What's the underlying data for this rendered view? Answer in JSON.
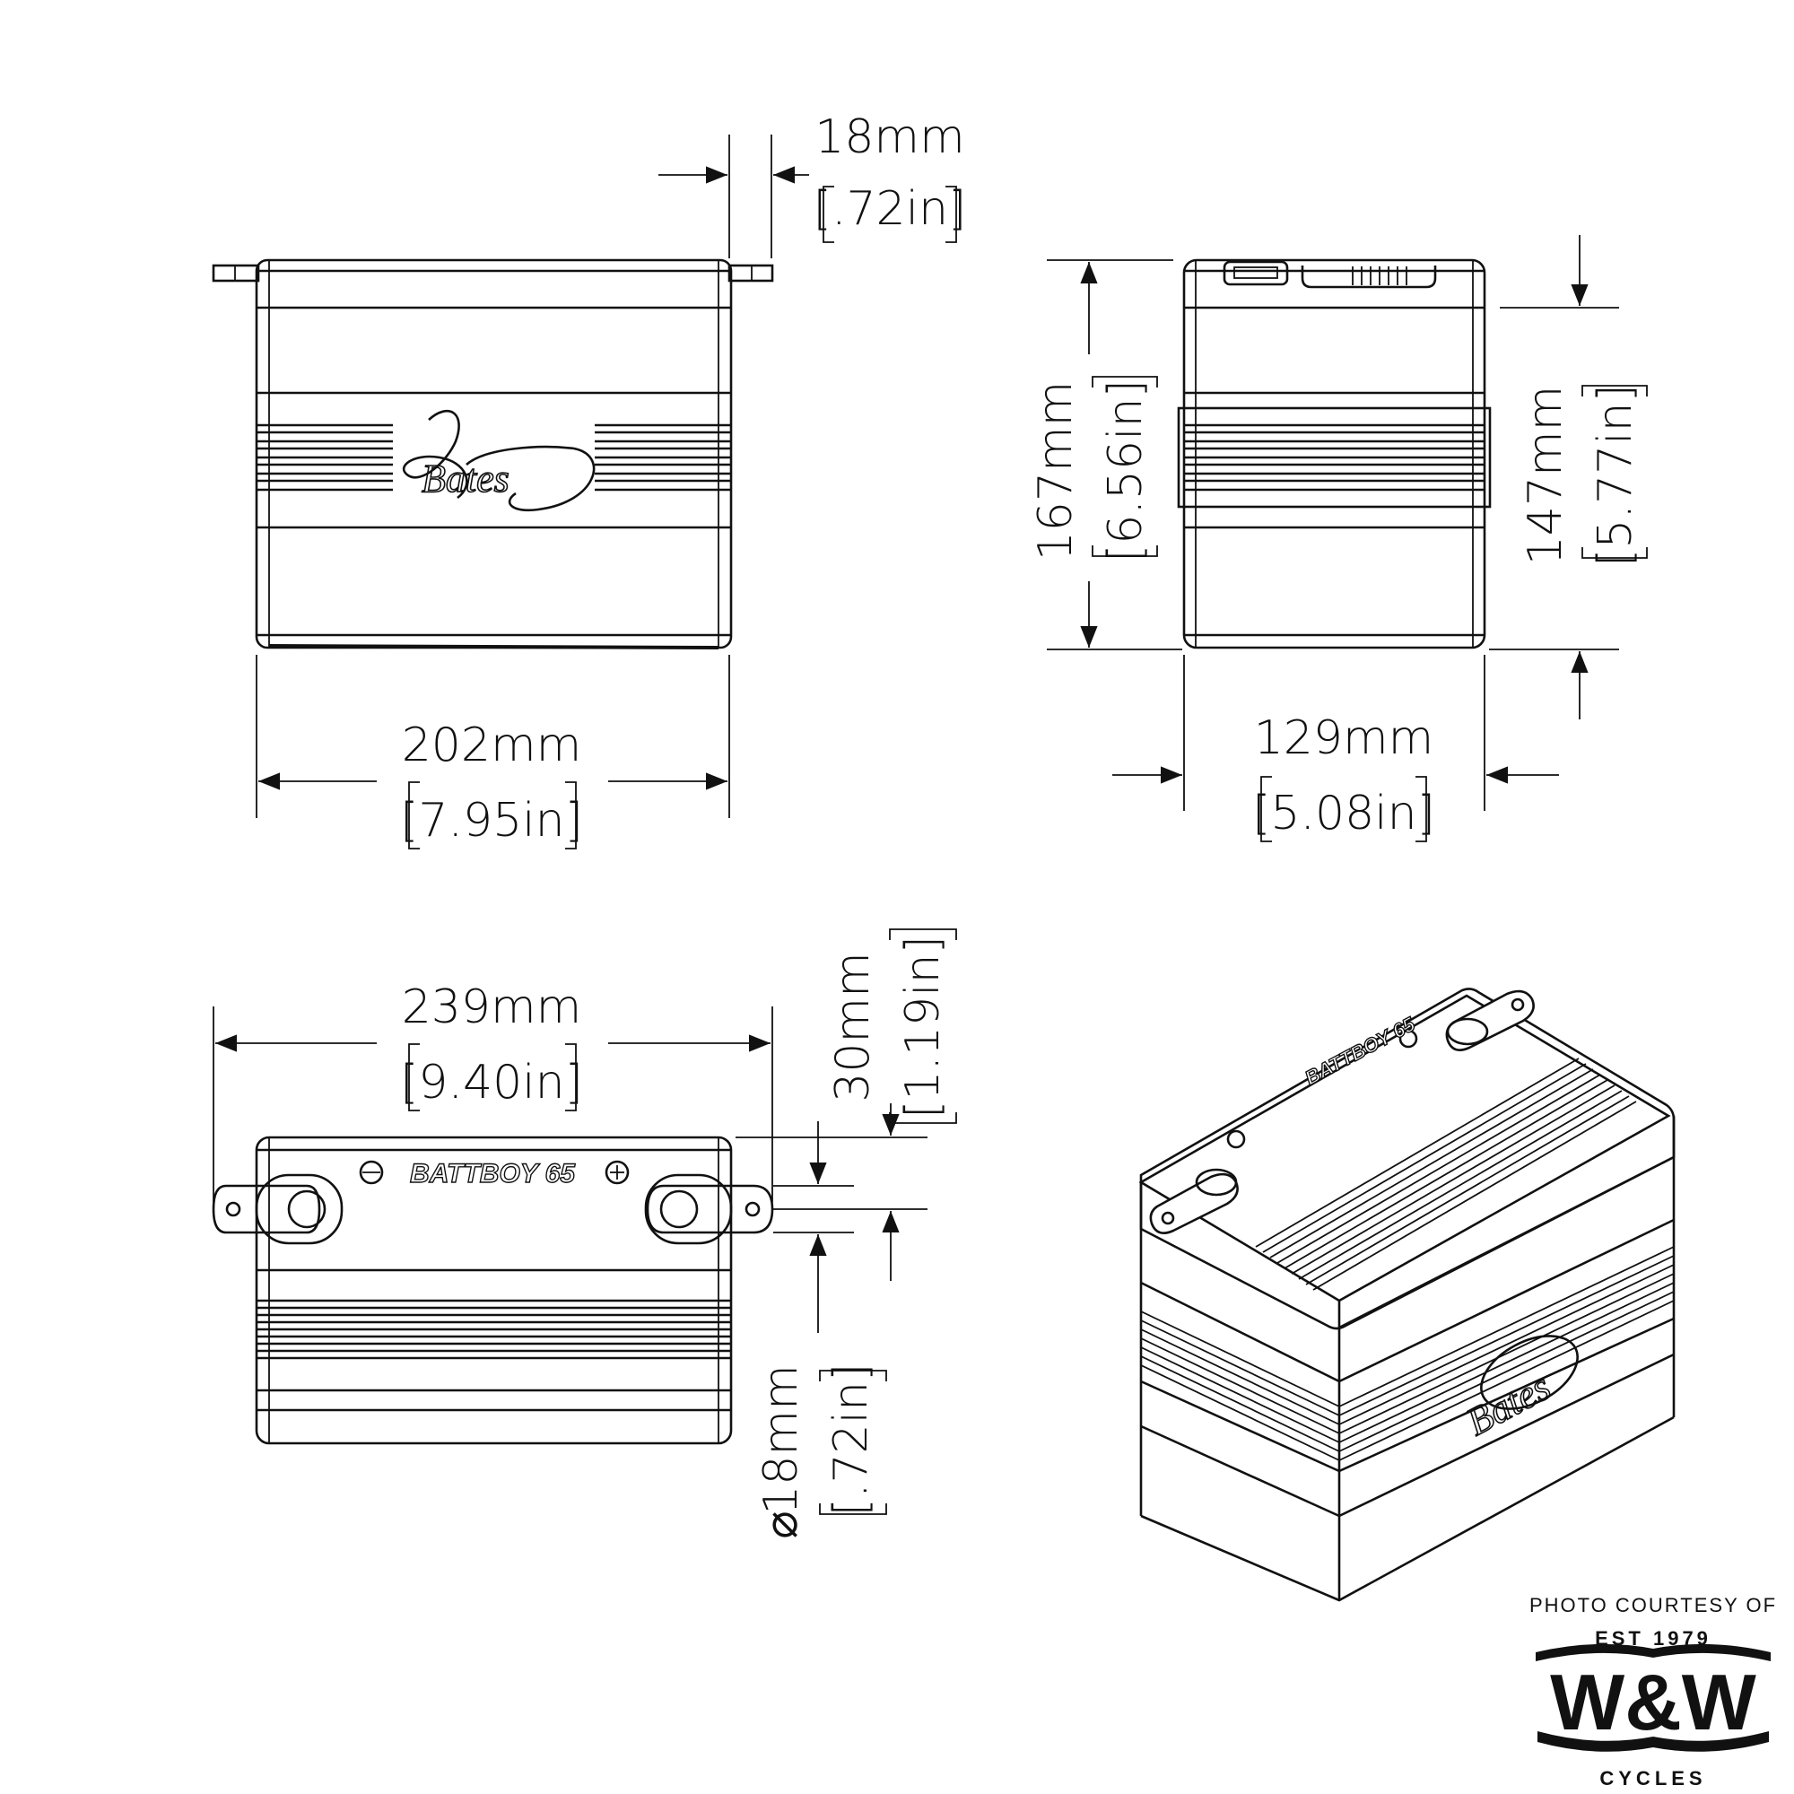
{
  "drawing": {
    "product_model": "BATTBOY 65",
    "brand_script": "Bates",
    "views": {
      "front": {
        "tab_offset": {
          "mm": "18mm",
          "in": "[.72in]"
        },
        "width": {
          "mm": "202mm",
          "in": "[7.95in]"
        }
      },
      "side": {
        "height_overall": {
          "mm": "167mm",
          "in": "[6.56in]"
        },
        "height_body": {
          "mm": "147mm",
          "in": "[5.77in]"
        },
        "depth": {
          "mm": "129mm",
          "in": "[5.08in]"
        }
      },
      "top": {
        "overall_length": {
          "mm": "239mm",
          "in": "[9.40in]"
        },
        "tab_width": {
          "mm": "30mm",
          "in": "[1.19in]"
        },
        "terminal_diameter": {
          "symbol": "⌀",
          "mm": "18mm",
          "in": "[.72in]"
        }
      },
      "isometric": {
        "label": "BATTBOY 65"
      }
    }
  },
  "credit": {
    "line1": "PHOTO COURTESY OF",
    "est": "EST 1979",
    "logo": "W&W",
    "sub": "CYCLES"
  },
  "colors": {
    "line": "#111111",
    "background": "#ffffff"
  }
}
